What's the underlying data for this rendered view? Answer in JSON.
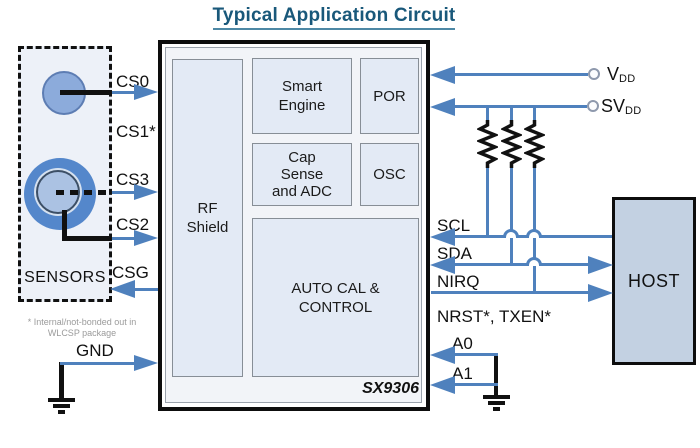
{
  "title": "Typical Application Circuit",
  "sensor_section": {
    "label": "SENSORS",
    "footnote": [
      "* Internal/not-bonded out in",
      "WLCSP package"
    ]
  },
  "left_pins": {
    "cs0": "CS0",
    "cs1": "CS1*",
    "cs3": "CS3",
    "cs2": "CS2",
    "csg": "CSG",
    "gnd": "GND"
  },
  "chip": {
    "part_number": "SX9306",
    "blocks": {
      "rf_shield": [
        "RF",
        "Shield"
      ],
      "smart_engine": [
        "Smart",
        "Engine"
      ],
      "por": "POR",
      "cap_sense": [
        "Cap",
        "Sense",
        "and ADC"
      ],
      "osc": "OSC",
      "auto_cal": [
        "AUTO CAL &",
        "CONTROL"
      ]
    }
  },
  "right_pins": {
    "vdd_base": "V",
    "vdd_sub": "DD",
    "svdd_base": "SV",
    "svdd_sub": "DD",
    "scl": "SCL",
    "sda": "SDA",
    "nirq": "NIRQ",
    "nrst_txen": "NRST*, TXEN*",
    "a0": "A0",
    "a1": "A1"
  },
  "host": {
    "label": "HOST"
  },
  "colors": {
    "wire_blue": "#4f81bd",
    "title_teal": "#19587a",
    "black": "#111111",
    "block_fill": "#e3eaf5",
    "host_fill": "#c3d1e2"
  }
}
